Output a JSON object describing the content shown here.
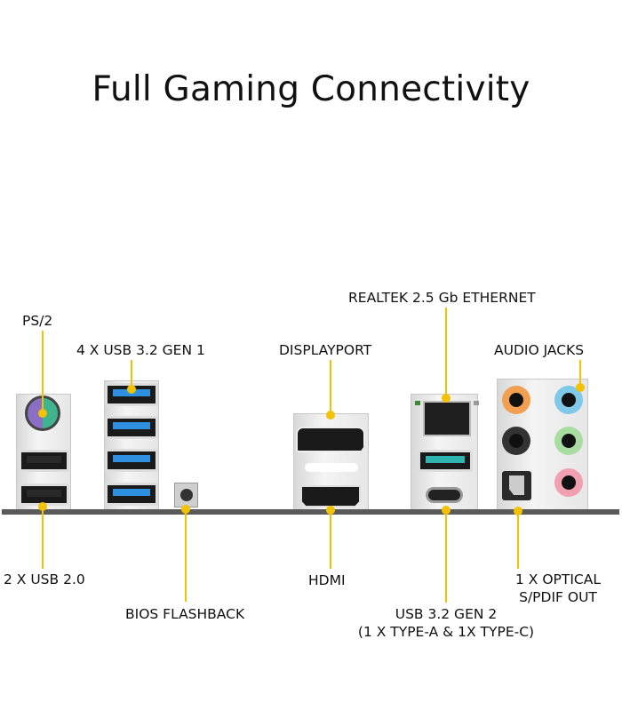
{
  "title": "Full Gaming Connectivity",
  "labels": {
    "ps2": "PS/2",
    "usb32gen1": "4 X USB 3.2 GEN 1",
    "displayport": "DISPLAYPORT",
    "ethernet": "REALTEK 2.5 Gb ETHERNET",
    "audio": "AUDIO JACKS",
    "usb20": "2 X USB 2.0",
    "bios": "BIOS FLASHBACK",
    "hdmi": "HDMI",
    "usb32gen2_line1": "USB 3.2 GEN 2",
    "usb32gen2_line2": "(1 X TYPE-A & 1X TYPE-C)",
    "optical_line1": "1 X OPTICAL",
    "optical_line2": "S/PDIF OUT"
  },
  "colors": {
    "callout": "#f2c200",
    "usb3": "#2f8fe0",
    "usbGen2": "#2fb5b0"
  }
}
